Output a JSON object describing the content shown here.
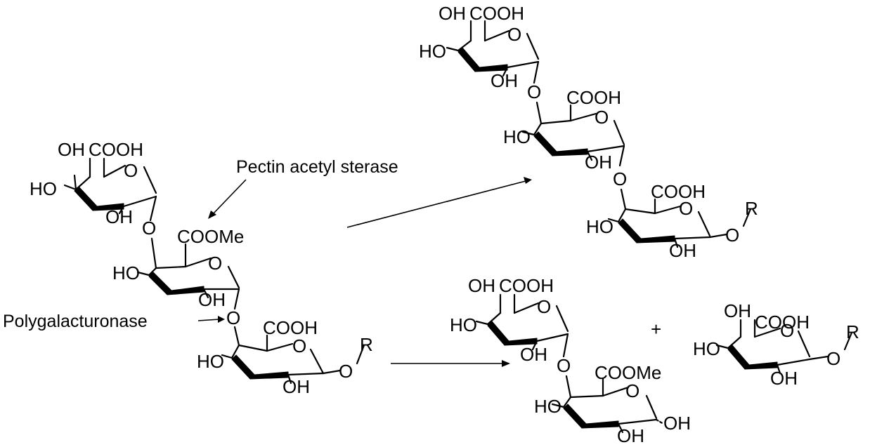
{
  "labels": {
    "pectin_acetyl_sterase": "Pectin acetyl sterase",
    "polygalacturonase": "Polygalacturonase",
    "plus": "+"
  },
  "text": {
    "oh": "OH",
    "ho": "HO",
    "cooh": "COOH",
    "coome": "COOMe",
    "o": "O",
    "r": "R"
  },
  "colors": {
    "ink": "#000000",
    "background": "#ffffff"
  }
}
